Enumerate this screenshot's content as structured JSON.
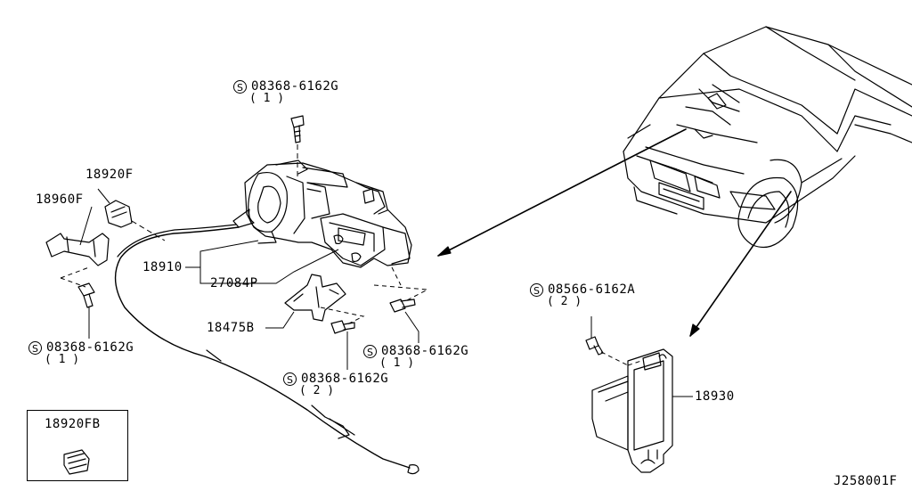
{
  "labels": {
    "bolt_top": "08368-6162G",
    "bolt_top_qty": "( 1 )",
    "p18920f": "18920F",
    "p18960f": "18960F",
    "p18910": "18910",
    "p27084p": "27084P",
    "p18475b": "18475B",
    "bolt_left": "08368-6162G",
    "bolt_left_qty": "( 1 )",
    "bolt_right": "08368-6162G",
    "bolt_right_qty": "( 1 )",
    "bolt_bottom": "08368-6162G",
    "bolt_bottom_qty": "( 2 )",
    "bolt_ecu": "08566-6162A",
    "bolt_ecu_qty": "( 2 )",
    "p18930": "18930",
    "p18920fb": "18920FB",
    "diagram_code": "J258001F",
    "s_mark": "S"
  }
}
